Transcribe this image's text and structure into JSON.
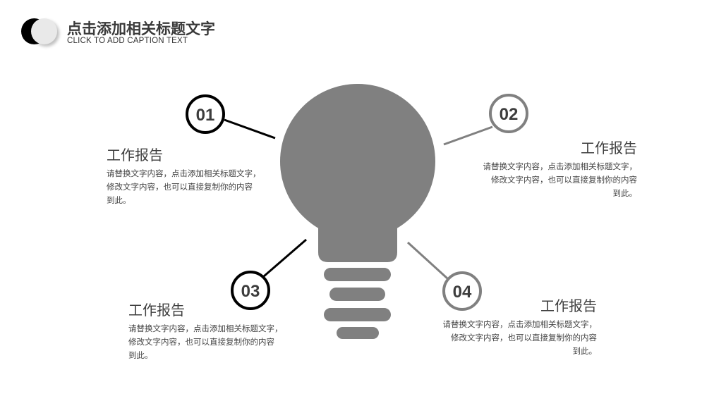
{
  "header": {
    "title": "点击添加相关标题文字",
    "subtitle": "CLICK TO ADD CAPTION TEXT",
    "logo_icon": "half-moon-circles-icon"
  },
  "diagram": {
    "type": "lightbulb-infographic",
    "bulb_color": "#808080",
    "items": [
      {
        "number": "01",
        "circle_color": "#000000",
        "heading": "工作报告",
        "lines": [
          "请替换文字内容，点击添加相关标题文字，",
          "修改文字内容，也可以直接复制你的内容",
          "到此。"
        ]
      },
      {
        "number": "02",
        "circle_color": "#808080",
        "heading": "工作报告",
        "lines": [
          "请替换文字内容，点击添加相关标题文字，",
          "修改文字内容，也可以直接复制你的内容",
          "到此。"
        ]
      },
      {
        "number": "03",
        "circle_color": "#000000",
        "heading": "工作报告",
        "lines": [
          "请替换文字内容，点击添加相关标题文字，",
          "修改文字内容，也可以直接复制你的内容",
          "到此。"
        ]
      },
      {
        "number": "04",
        "circle_color": "#808080",
        "heading": "工作报告",
        "lines": [
          "请替换文字内容，点击添加相关标题文字，",
          "修改文字内容，也可以直接复制你的内容",
          "到此。"
        ]
      }
    ]
  }
}
